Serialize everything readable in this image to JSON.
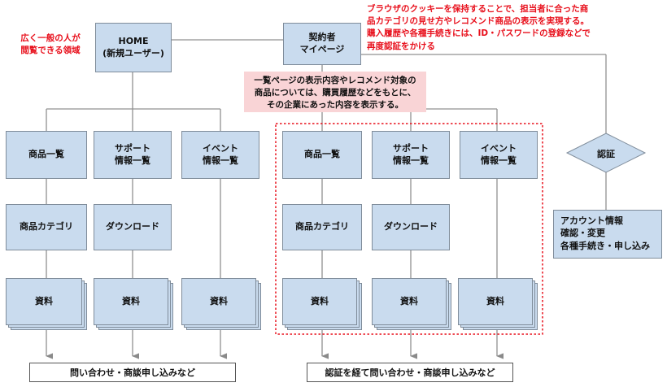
{
  "notes": {
    "left_scope": "広く一般の人が\n閲覧できる領域",
    "cookie": "ブラウザのクッキーを保持することで、担当者に合った商\n品カテゴリの見せ方やレコメンド商品の表示を実現する。\n購入履歴や各種手続きには、ID・パスワードの登録などで\n再度認証をかける",
    "recommend": "一覧ページの表示内容やレコメンド対象の\n商品については、購買履歴などをもとに、\nその企業にあった内容を表示する。"
  },
  "home": {
    "label": "HOME\n(新規ユーザー)"
  },
  "mypage": {
    "label": "契約者\nマイページ"
  },
  "left_tree": {
    "col1": {
      "top": "商品一覧",
      "middle": "商品カテゴリ",
      "bottom": "資料"
    },
    "col2": {
      "top": "サポート\n情報一覧",
      "middle": "ダウンロード",
      "bottom": "資料"
    },
    "col3": {
      "top": "イベント\n情報一覧",
      "bottom": "資料"
    },
    "footer": "問い合わせ・商談申し込みなど"
  },
  "right_tree": {
    "col1": {
      "top": "商品一覧",
      "middle": "商品カテゴリ",
      "bottom": "資料"
    },
    "col2": {
      "top": "サポート\n情報一覧",
      "middle": "ダウンロード",
      "bottom": "資料"
    },
    "col3": {
      "top": "イベント\n情報一覧",
      "bottom": "資料"
    },
    "footer": "認証を経て問い合わせ・商談申し込みなど"
  },
  "auth": {
    "diamond": "認証",
    "account": "アカウント情報\n確認・変更\n各種手続き・申し込み"
  },
  "colors": {
    "box_fill": "#c9dbee",
    "note_red": "#e8101c",
    "note_pink": "#f9d4d6",
    "line_gray": "#909090"
  }
}
